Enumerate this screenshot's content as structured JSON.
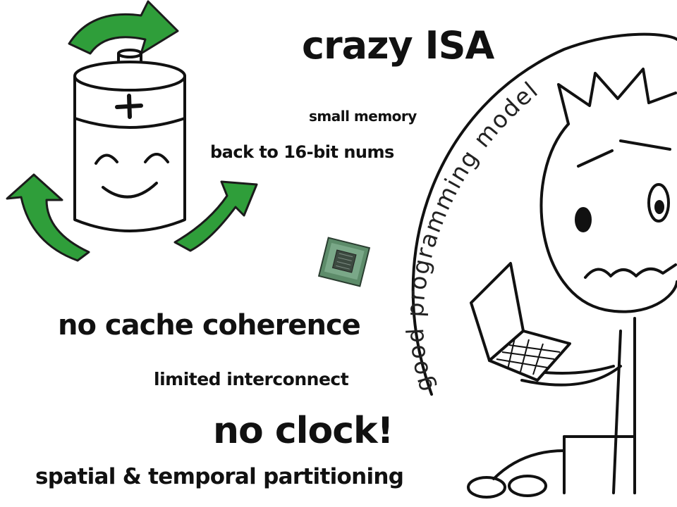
{
  "slide": {
    "title": "crazy ISA",
    "small_memory": "small memory",
    "sixteen_bit": "back to 16-bit nums",
    "cache": "no cache coherence",
    "interconnect": "limited interconnect",
    "clock": "no clock!",
    "partitioning": "spatial & temporal partitioning",
    "bubble_text": "good programming model"
  },
  "colors": {
    "ink": "#111111",
    "arrow_green": "#2f9e3a",
    "chip_green": "#4f7a5c"
  },
  "icons": [
    "recycle-arrow-icon",
    "battery-icon",
    "cpu-chip-icon",
    "laptop-icon"
  ]
}
